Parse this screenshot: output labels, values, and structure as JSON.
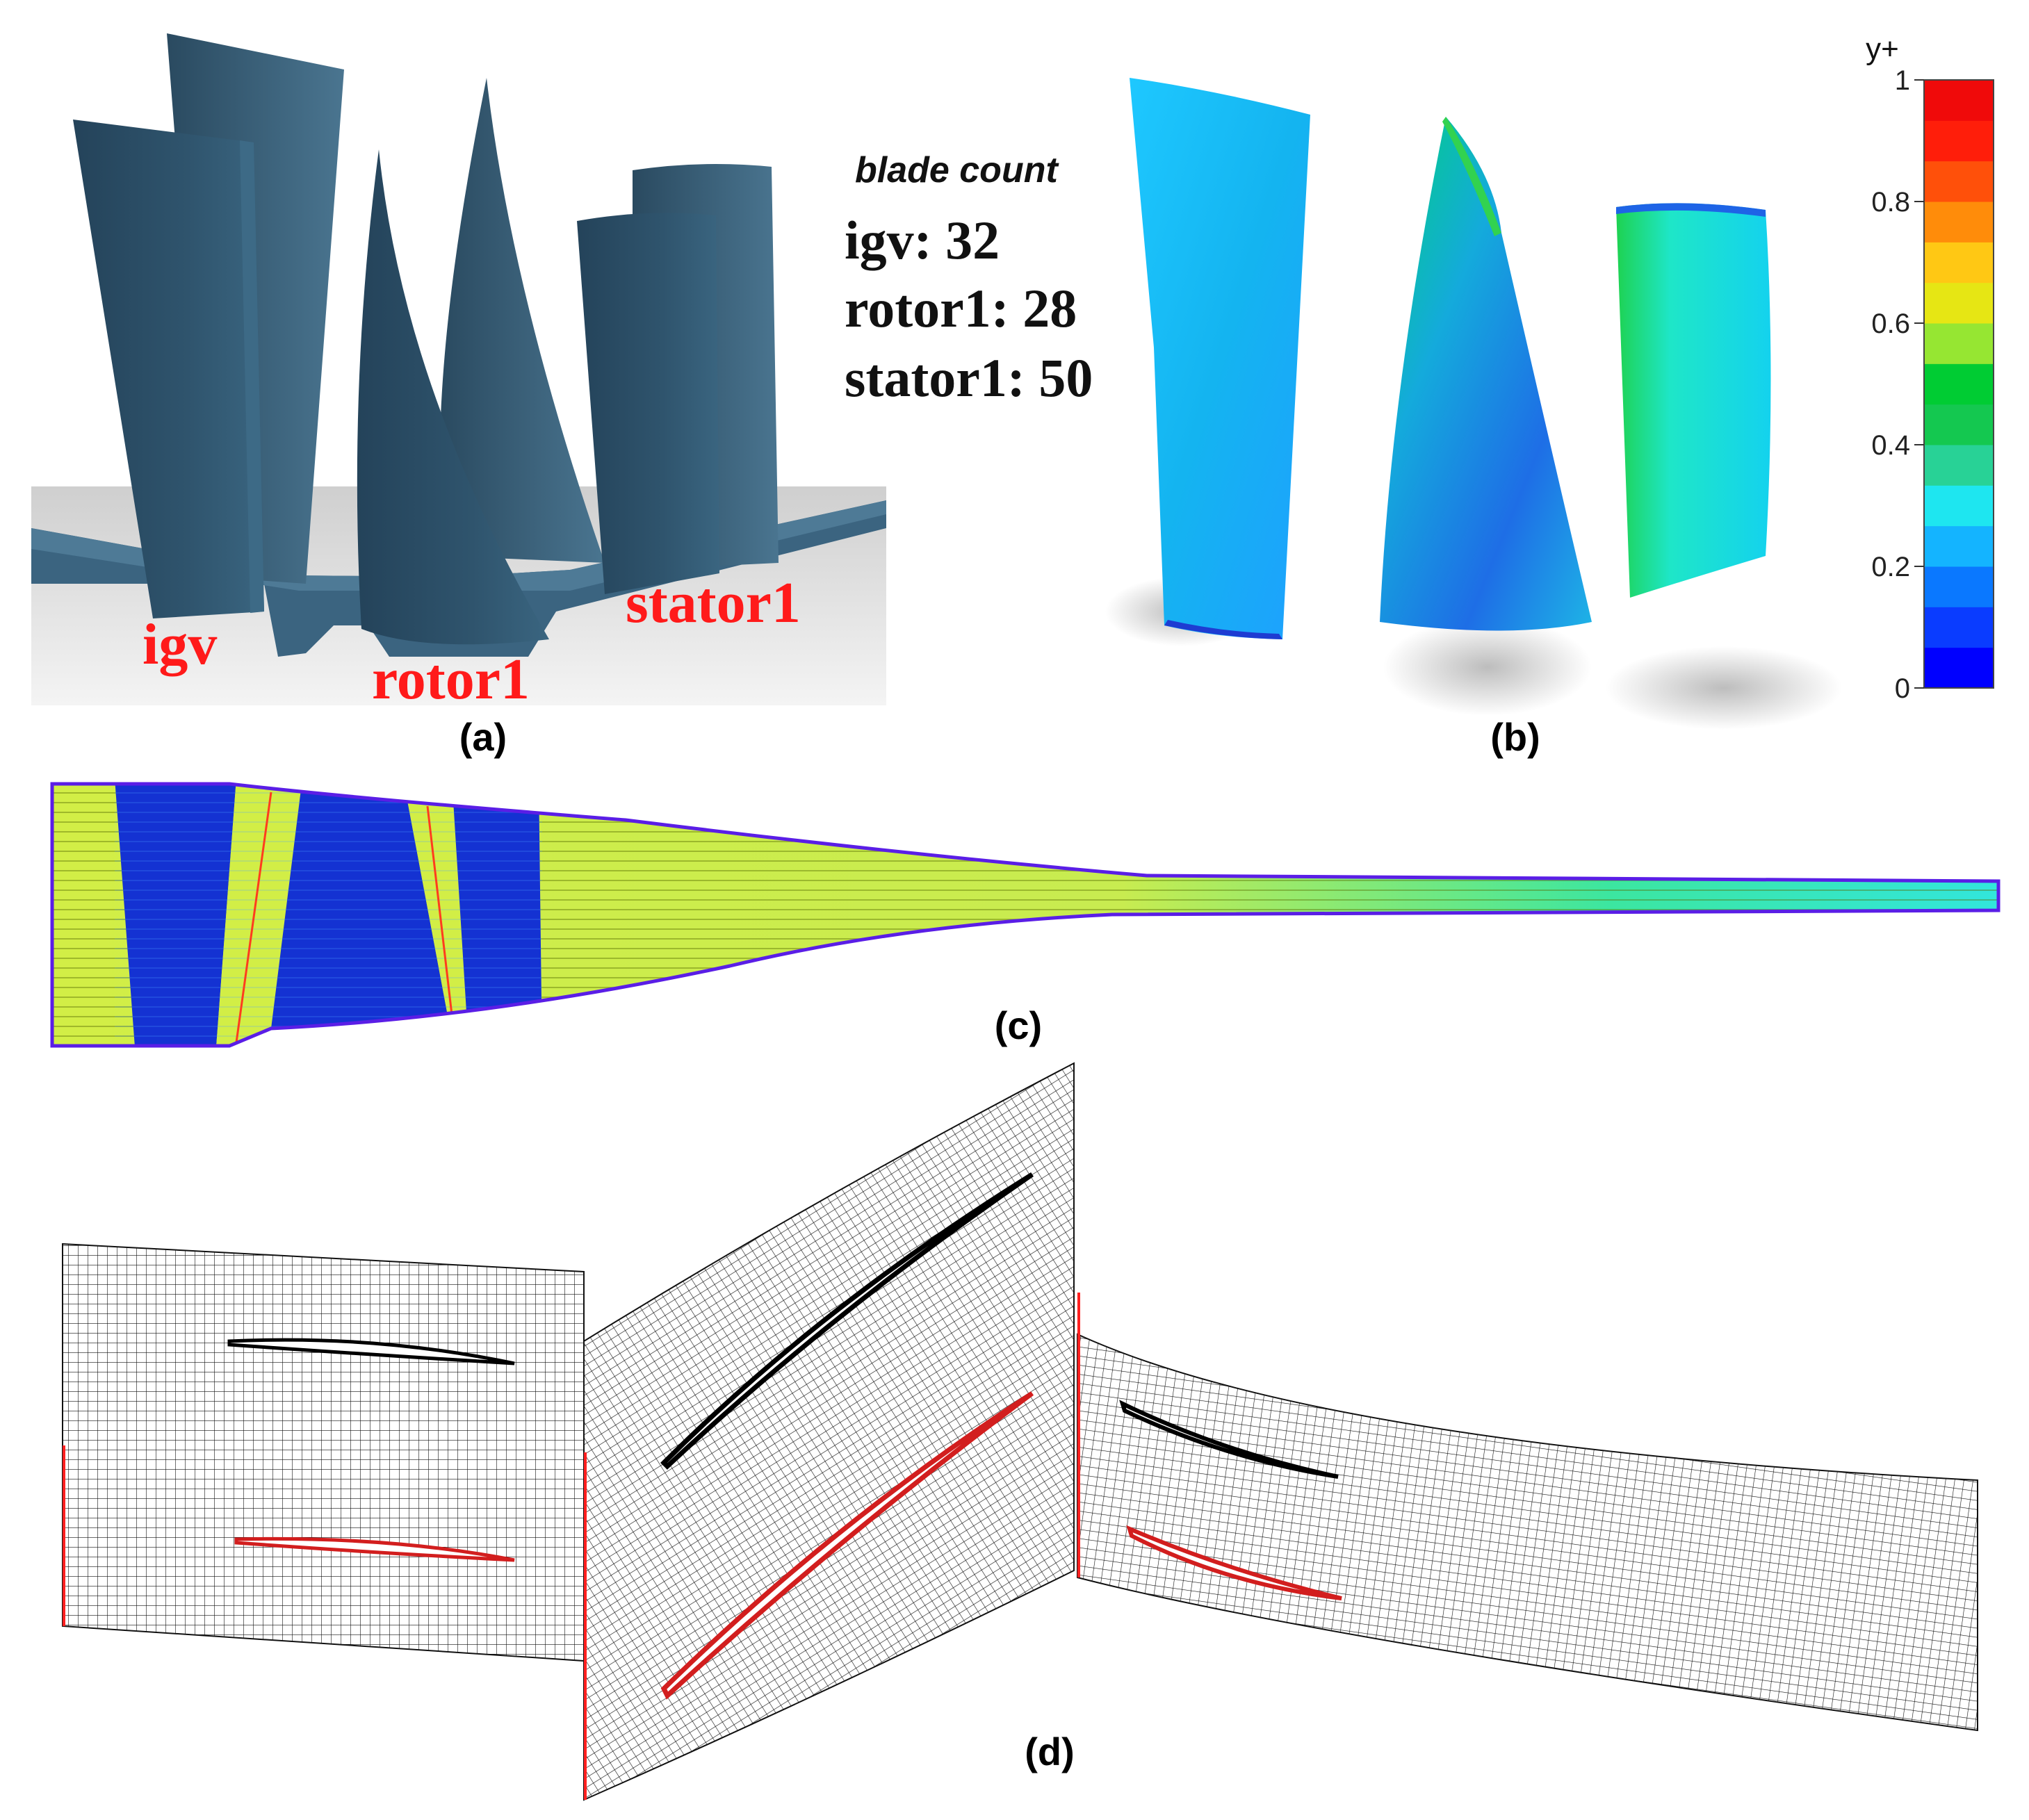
{
  "panels": {
    "a": {
      "caption": "(a)",
      "labels": {
        "igv": "igv",
        "rotor1": "rotor1",
        "stator1": "stator1"
      },
      "blade_count": {
        "title": "blade count",
        "lines": [
          "igv: 32",
          "rotor1: 28",
          "stator1: 50"
        ]
      },
      "colors": {
        "blade": "#2e5068",
        "hub": "#3d6580",
        "label": "#ff1a1a"
      }
    },
    "b": {
      "caption": "(b)",
      "colorbar": {
        "title": "y+",
        "ticks": [
          "0",
          "0.2",
          "0.4",
          "0.6",
          "0.8",
          "1"
        ],
        "stops": [
          "#0000ff",
          "#0a3cff",
          "#0a78ff",
          "#14b4ff",
          "#1ee6f0",
          "#28d296",
          "#14c850",
          "#00cc33",
          "#96e632",
          "#e6e614",
          "#ffc814",
          "#ff8c0a",
          "#ff500a",
          "#ff1e0a",
          "#f00a0a"
        ]
      }
    },
    "c": {
      "caption": "(c)",
      "colors": {
        "yellow": "#d2ee46",
        "blue": "#1432d2",
        "outline": "#5a1ee6"
      }
    },
    "d": {
      "caption": "(d)"
    }
  }
}
